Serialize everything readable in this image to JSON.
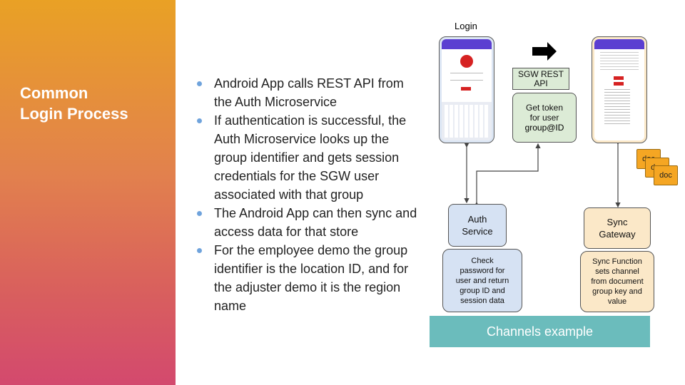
{
  "slide": {
    "title_lines": [
      "Common",
      "Login Process"
    ],
    "bullets": [
      "Android App calls REST API from the Auth Microservice",
      "If authentication is successful, the Auth Microservice looks up the group identifier and gets session credentials for the SGW user associated with that group",
      "The Android App can then sync and access data for that store",
      "For the employee demo the group identifier is the location ID, and for the adjuster demo it is the region name"
    ]
  },
  "diagram": {
    "login_label": "Login",
    "sgw_rest_api": [
      "SGW REST",
      "API"
    ],
    "get_token": [
      "Get token",
      "for user"
    ],
    "get_token_user": "group@ID",
    "auth_service": [
      "Auth",
      "Service"
    ],
    "check_password": [
      "Check",
      "password for",
      "user and return",
      "group ID and",
      "session data"
    ],
    "sync_gateway": [
      "Sync",
      "Gateway"
    ],
    "sync_function": [
      "Sync Function",
      "sets channel",
      "from document",
      "group key and",
      "value"
    ],
    "docs": [
      "doc",
      "doc",
      "doc"
    ],
    "banner": "Channels example"
  },
  "colors": {
    "banner": "#6bbcbc",
    "auth_fill": "#d6e2f3",
    "sgw_fill": "#dcebd6",
    "sync_fill": "#fbe8c8",
    "doc": "#f5a623",
    "phone_header": "#5b3fd1",
    "login_button": "#d62222"
  }
}
